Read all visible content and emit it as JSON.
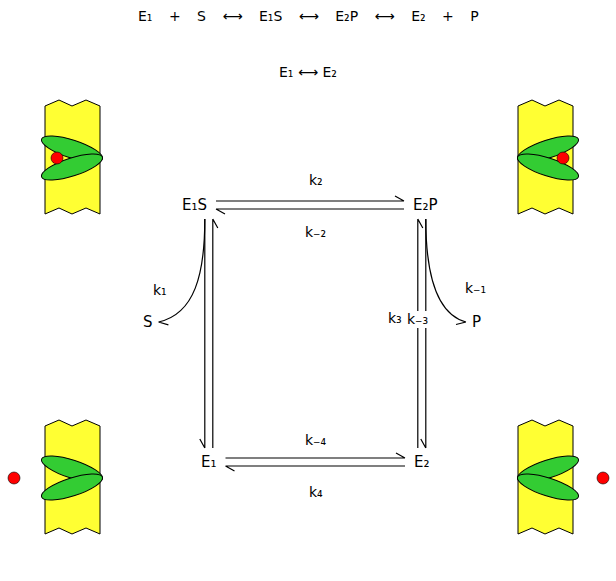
{
  "diagram": {
    "nodes": [
      {
        "text": [
          "E₁S"
        ]
      },
      {
        "text": [
          "E₂P"
        ]
      },
      {
        "text": [
          "S"
        ]
      },
      {
        "text": [
          "P"
        ]
      },
      {
        "text": [
          "E₁"
        ]
      },
      {
        "text": [
          "E₂"
        ]
      }
    ],
    "edges": [
      {
        "from": 0,
        "to": 1,
        "arrow": "to",
        "label": "k₂"
      },
      {
        "from": 1,
        "to": 0,
        "arrow": "to",
        "label": "k₋₂"
      },
      {
        "from": 0,
        "to": 2,
        "arrow": "to",
        "label": "k₁"
      },
      {
        "from": 0,
        "to": 4,
        "arrow": "to"
      },
      {
        "from": 4,
        "to": 0,
        "arrow": "to",
        "label": "k₋₁"
      },
      {
        "from": 1,
        "to": 3,
        "arrow": "to",
        "label": "k₃"
      },
      {
        "from": 1,
        "to": 5,
        "arrow": "to"
      },
      {
        "from": 5,
        "to": 1,
        "arrow": "to",
        "label": "k₋₃"
      },
      {
        "from": 4,
        "to": 5,
        "arrow": "to",
        "label": "k₋₄"
      },
      {
        "from": 5,
        "to": 4,
        "arrow": "to",
        "label": "k₄"
      }
    ],
    "labels": [
      "E₁ + S ⟷ E₁S ⟷ E₂P ⟷ E₂ + P",
      "E₁ ⟷ E₂"
    ]
  }
}
